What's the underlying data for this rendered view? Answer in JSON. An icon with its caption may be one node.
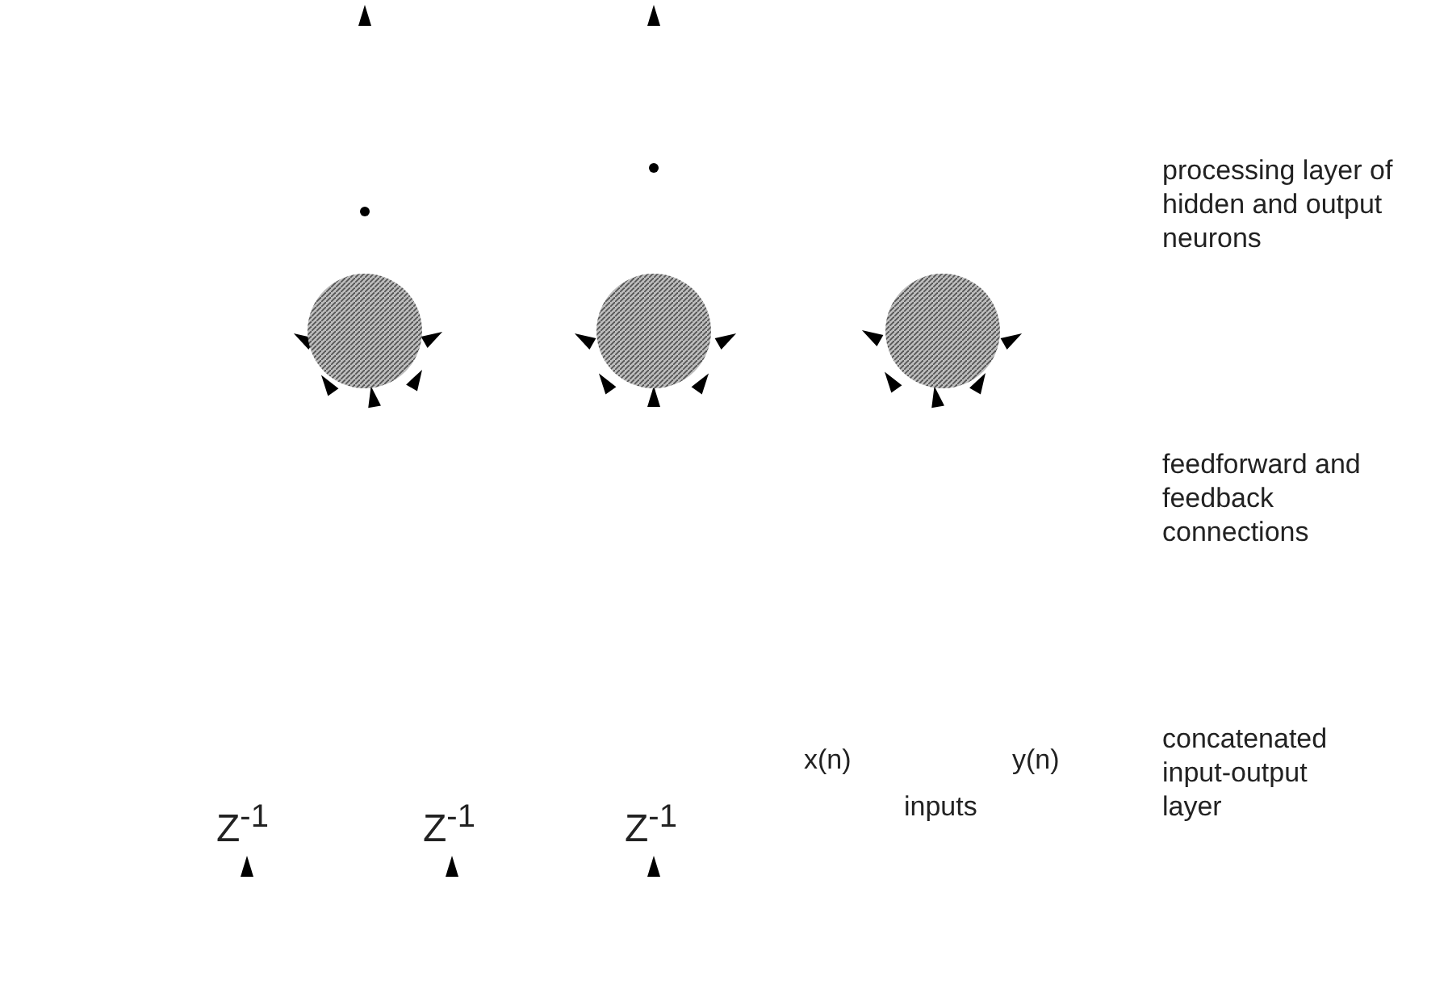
{
  "diagram": {
    "nodes": [
      {
        "text": [],
        "shape": "circle"
      },
      {
        "text": [],
        "shape": "circle"
      },
      {
        "text": [],
        "shape": "circle"
      }
    ],
    "labels": [
      "processing layer of hidden and output neurons",
      "feedforward and feedback connections",
      "concatenated input-output layer",
      "x(n)",
      "y(n)",
      "Z$^{-1}$",
      "Z$^{-1}$",
      "Z$^{-1}$",
      "inputs"
    ]
  }
}
